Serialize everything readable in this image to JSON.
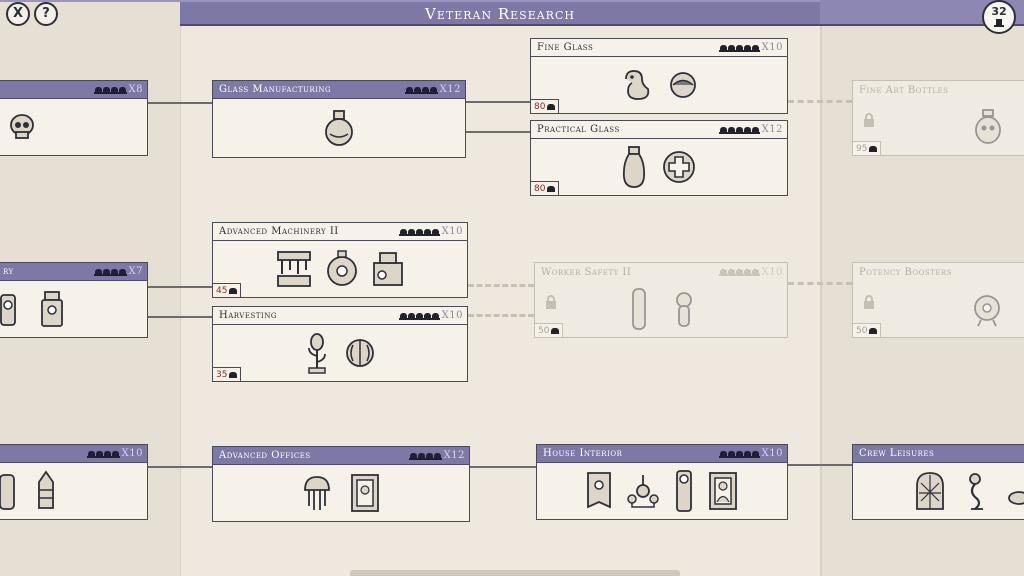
{
  "header": {
    "title": "Veteran Research",
    "close_label": "X",
    "help_label": "?",
    "points": "32"
  },
  "nodes": {
    "left_top": {
      "mult": "X8"
    },
    "left_mid": {
      "title": "ry",
      "mult": "X7"
    },
    "left_bot": {
      "mult": "X10"
    },
    "glass_manufacturing": {
      "title": "Glass Manufacturing",
      "mult": "X12"
    },
    "fine_glass": {
      "title": "Fine Glass",
      "mult": "X10",
      "cost": "80"
    },
    "practical_glass": {
      "title": "Practical Glass",
      "mult": "X12",
      "cost": "80"
    },
    "fine_art_bottles": {
      "title": "Fine Art Bottles",
      "cost": "95"
    },
    "advanced_machinery_ii": {
      "title": "Advanced Machinery II",
      "mult": "X10",
      "cost": "45"
    },
    "harvesting": {
      "title": "Harvesting",
      "mult": "X10",
      "cost": "35"
    },
    "worker_safety_ii": {
      "title": "Worker Safety II",
      "mult": "X10",
      "cost": "50"
    },
    "potency_boosters": {
      "title": "Potency Boosters",
      "cost": "50"
    },
    "advanced_offices": {
      "title": "Advanced Offices",
      "mult": "X12"
    },
    "house_interior": {
      "title": "House Interior",
      "mult": "X10"
    },
    "crew_leisures": {
      "title": "Crew Leisures"
    }
  },
  "colors": {
    "header_purple": "#7d78a6",
    "background": "#ece6dc",
    "cost_red": "#8a2a2a"
  }
}
